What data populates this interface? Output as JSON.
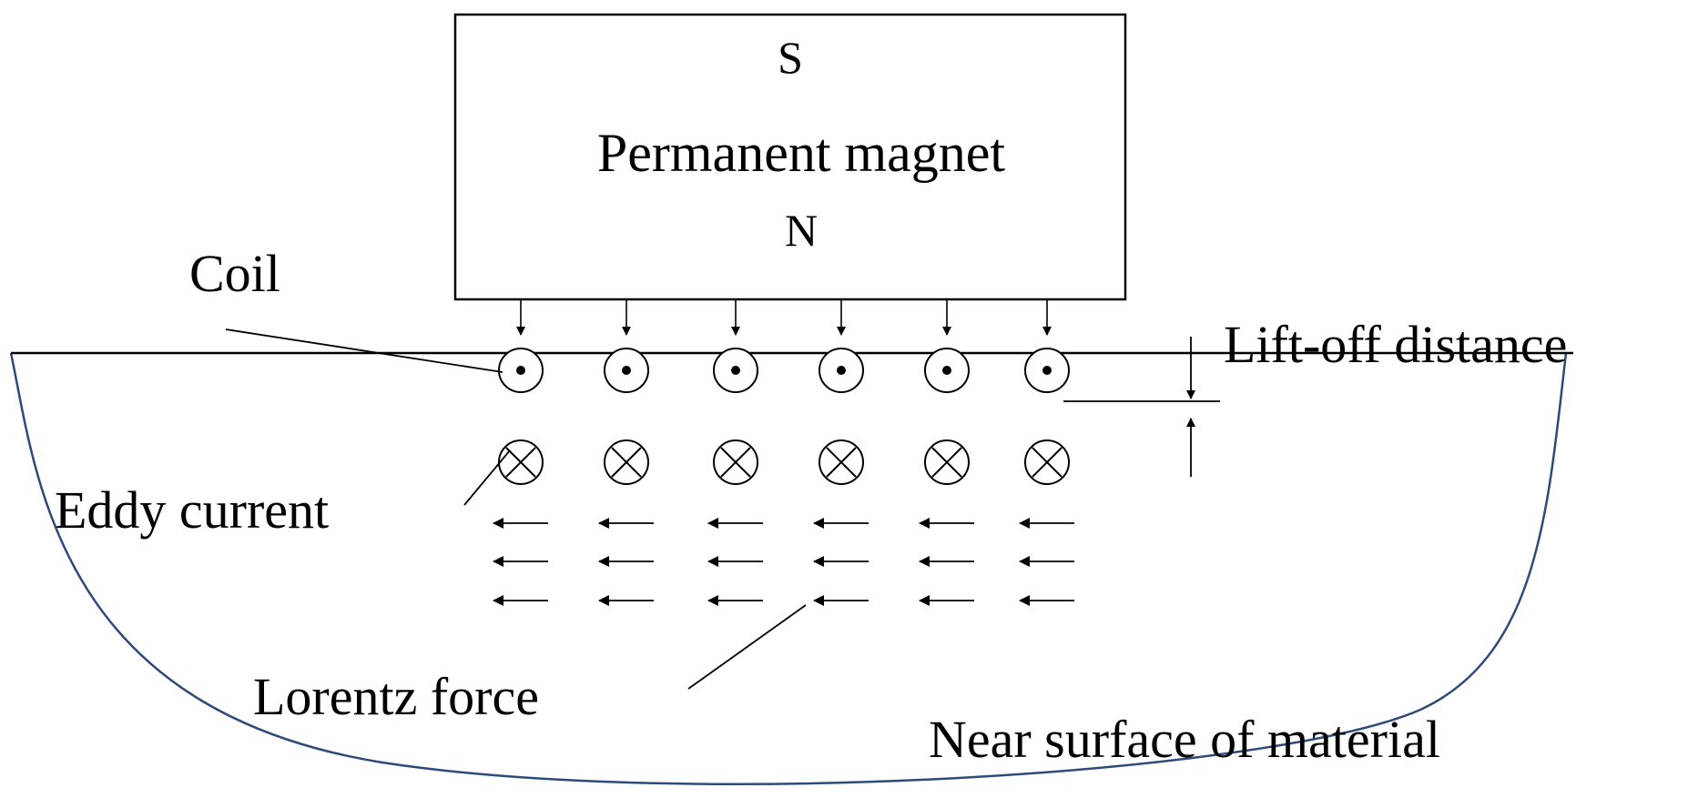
{
  "magnet": {
    "top_pole": "S",
    "name": "Permanent magnet",
    "bottom_pole": "N"
  },
  "labels": {
    "coil": "Coil",
    "eddy_current": "Eddy current",
    "lorentz_force": "Lorentz force",
    "lift_off": "Lift-off distance",
    "material": "Near surface of material"
  },
  "colors": {
    "ink": "#000000",
    "material_outline": "#2e4a7a"
  },
  "counts": {
    "coil_conductors": 6,
    "eddy_currents": 6,
    "force_arrow_rows": 3
  }
}
